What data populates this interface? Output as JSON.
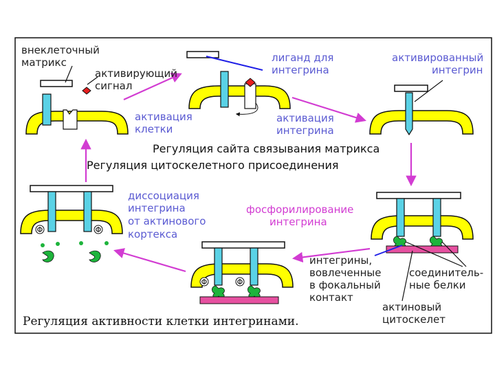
{
  "labels": {
    "extracellular_matrix_1": "внеклеточный",
    "extracellular_matrix_2": "матрикс",
    "activating_signal_1": "активирующий",
    "activating_signal_2": "сигнал",
    "ligand_1": "лиганд для",
    "ligand_2": "интегрина",
    "activated_integrin_1": "активированный",
    "activated_integrin_2": "интегрин",
    "cell_activation_1": "активация",
    "cell_activation_2": "клетки",
    "integrin_activation_1": "активация",
    "integrin_activation_2": "интегрина",
    "title_1": "Регуляция сайта связывания матрикса",
    "title_2": "Регуляция цитоскелетного присоединения",
    "dissociation_1": "диссоциация",
    "dissociation_2": "интегрина",
    "dissociation_3": "от актинового",
    "dissociation_4": "кортекса",
    "phosphorylation_1": "фосфорилирование",
    "phosphorylation_2": "интегрина",
    "focal_1": "интегрины,",
    "focal_2": "вовлеченные",
    "focal_3": "в фокальный",
    "focal_4": "контакт",
    "connecting_1": "соединитель-",
    "connecting_2": "ные белки",
    "actin_1": "актиновый",
    "actin_2": "цитоскелет",
    "caption": "Регуляция активности клетки интегринами.",
    "phi_symbol": "Φ"
  },
  "colors": {
    "membrane": "#ffff00",
    "integrin": "#5ad2e6",
    "arrow": "#d23cd2",
    "pointer": "#1e1ee6",
    "signal": "#e61e1e",
    "actin": "#e650a0",
    "protein": "#1eb43c"
  }
}
